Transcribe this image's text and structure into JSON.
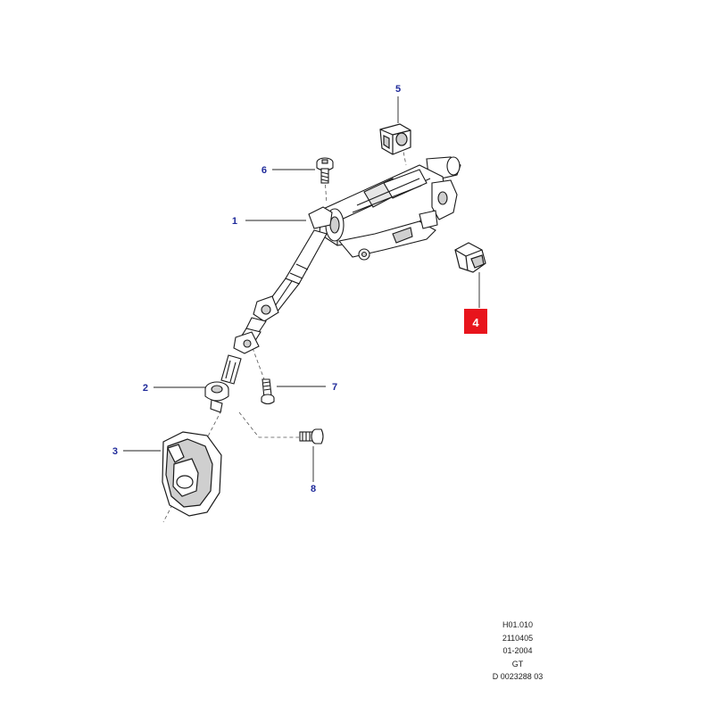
{
  "colors": {
    "callout": "#1f2a9a",
    "highlight_bg": "#e8141c",
    "highlight_text": "#ffffff",
    "part_stroke": "#1a1a1a",
    "part_fill": "#ffffff",
    "part_shade": "#cfcfcf"
  },
  "callouts": {
    "c1": "1",
    "c2": "2",
    "c3": "3",
    "c4": "4",
    "c5": "5",
    "c6": "6",
    "c7": "7",
    "c8": "8"
  },
  "highlighted_callout": "4",
  "reference": {
    "line1": "H01.010",
    "line2": "2110405",
    "line3": "01-2004",
    "line4": "GT",
    "line5": "D 0023288 03"
  }
}
